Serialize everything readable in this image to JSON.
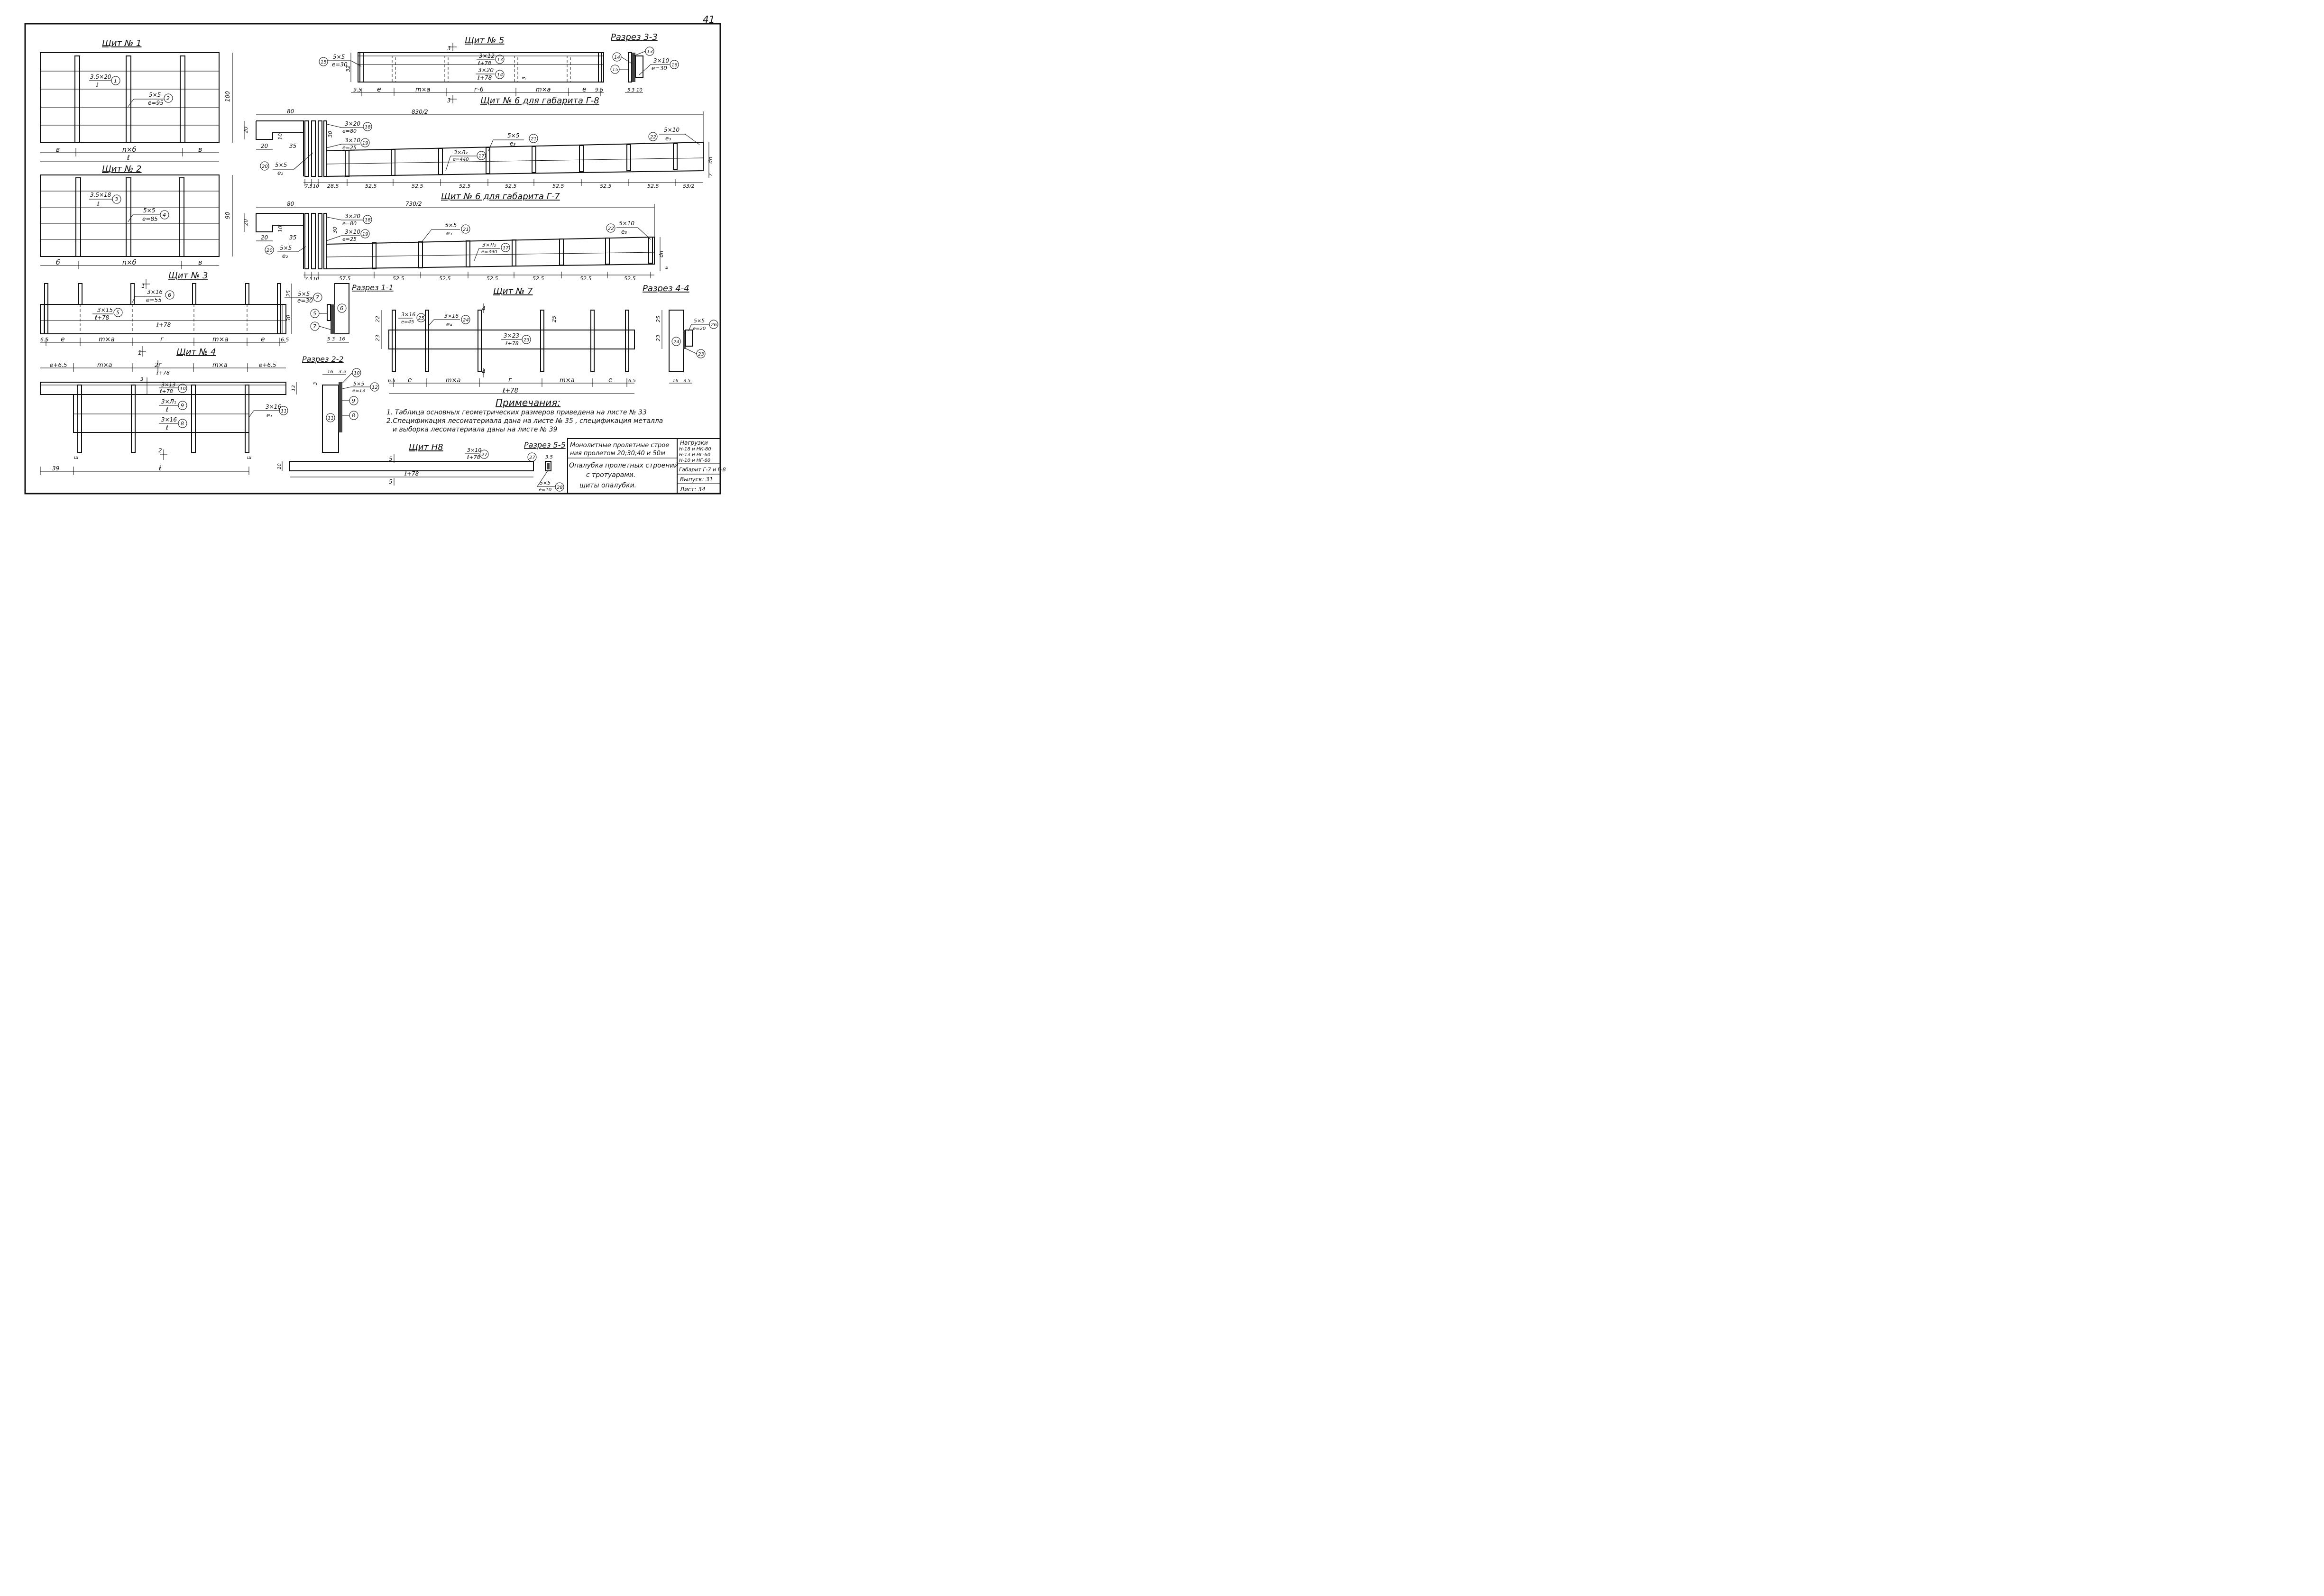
{
  "sheet": {
    "corner_number": "41",
    "notes": {
      "title": "Примечания:",
      "line1": "1. Таблица основных геометрических размеров приведена на листе № 33",
      "line2": "2.Спецификация лесоматериала дана на листе № 35 , спецификация металла",
      "line3": "и выборка лесоматериала даны на листе № 39"
    },
    "title_block": {
      "name_line1": "Монолитные пролетные строе",
      "name_line2": "ния пролетом 20;30;40 и 50м",
      "subject_line1": "Опалубка пролетных строений",
      "subject_line2": "с тротуарами.",
      "subject_line3": "щиты опалубки.",
      "loads_title": "Нагрузки",
      "load1": "Н-18 и НК-80",
      "load2": "Н-13 и НГ-60",
      "load3": "Н-10 и НГ-60",
      "gabarit": "Габарит Г-7 и Г-8",
      "issue": "Выпуск: 31",
      "sheet": "Лист: 34"
    }
  },
  "views": {
    "shield1": {
      "title": "Щит № 1",
      "p1_size": "3.5×20",
      "p1_len": "ℓ",
      "p1_num": "1",
      "p2_size": "5×5",
      "p2_len": "e=95",
      "p2_num": "2",
      "dim_b_left": "в",
      "dim_nb": "n×б",
      "dim_b_right": "в",
      "dim_L": "ℓ",
      "dim_h": "100"
    },
    "shield2": {
      "title": "Щит № 2",
      "p3_size": "3.5×18",
      "p3_len": "ℓ",
      "p3_num": "3",
      "p4_size": "5×5",
      "p4_len": "e=85",
      "p4_num": "4",
      "dim_b_left": "б",
      "dim_nb": "n×б",
      "dim_b_right": "в",
      "dim_h": "90"
    },
    "shield3": {
      "title": "Щит № 3",
      "p5_size": "3×15",
      "p5_len": "ℓ+78",
      "p5_num": "5",
      "p6_size": "3×16",
      "p6_len": "e=55",
      "p6_num": "6",
      "p7_size": "5×5",
      "p7_len": "e=30",
      "p7_num": "7",
      "inner_len": "ℓ+78",
      "d_65a": "6.5",
      "d_e1": "e",
      "d_ma1": "m×a",
      "d_g": "г",
      "d_ma2": "m×a",
      "d_e2": "e",
      "d_65b": "6.5",
      "d_25": "25",
      "d_30": "30",
      "cut_mark": "1"
    },
    "section11": {
      "title": "Разрез 1-1",
      "n6": "6",
      "n5": "5",
      "n7": "7",
      "d5": "5",
      "d3": "3",
      "d16": "16"
    },
    "shield4": {
      "title": "Щит № 4",
      "p10_size": "3×13",
      "p10_len": "ℓ+78",
      "p10_num": "10",
      "p9_size": "3×Л₁",
      "p9_len": "ℓ",
      "p9_num": "9",
      "p8_size": "3×16",
      "p8_len": "ℓ",
      "p8_num": "8",
      "p11_size": "3×16",
      "p11_len": "e₁",
      "p11_num": "11",
      "d_e65a": "e+6.5",
      "d_ma1": "m×a",
      "d_g": "г",
      "d_ma2": "m×a",
      "d_e65b": "e+6.5",
      "top_len": "ℓ+78",
      "d_39": "39",
      "d_L": "ℓ",
      "d_3": "3",
      "d_13": "13",
      "d_w1": "ш",
      "d_w2": "ш",
      "cut_mark": "2"
    },
    "section22": {
      "title": "Разрез 2-2",
      "n10": "10",
      "n12": "12",
      "n9": "9",
      "n8": "8",
      "n11": "11",
      "d16": "16",
      "d35": "3.5",
      "d3": "3",
      "p12_size": "5×5",
      "p12_len": "e=13"
    },
    "shield5": {
      "title": "Щит № 5",
      "p15_size": "5×5",
      "p15_len": "e=30",
      "p15_num": "15",
      "p13_size": "3×12",
      "p13_len": "ℓ+78",
      "p13_num": "13",
      "p14_size": "3×20",
      "p14_len": "ℓ+78",
      "p14_num": "14",
      "d_95a": "9.5",
      "d_e1": "e",
      "d_ma1": "m×a",
      "d_g6": "г-6",
      "d_ma2": "m×a",
      "d_e2": "e",
      "d_95b": "9.5",
      "d_32": "32",
      "d_3": "3",
      "cut_mark": "3"
    },
    "section33": {
      "title": "Разрез 3-3",
      "n14": "14",
      "n13": "13",
      "n15": "15",
      "n16": "16",
      "p16_size": "3×10",
      "p16_len": "e=30",
      "d5": "5",
      "d3": "3",
      "d10": "10"
    },
    "shield6a": {
      "title": "Щит № 6 для габарита Г-8",
      "total": "830/2",
      "d_80": "80",
      "d_20v": "20",
      "d_20h": "20",
      "d_10": "10",
      "d_35": "35",
      "d_30": "30",
      "p18_size": "3×20",
      "p18_len": "e=80",
      "p18_num": "18",
      "p19_size": "3×10",
      "p19_len": "e=25",
      "p19_num": "19",
      "p20_size": "5×5",
      "p20_len": "e₂",
      "p20_num": "20",
      "p21_size": "5×5",
      "p21_len": "e₃",
      "p21_num": "21",
      "p17_size": "3×Л₂",
      "p17_len": "e=440",
      "p17_num": "17",
      "p22_size": "5×10",
      "p22_len": "e₃",
      "p22_num": "22",
      "d_75": "7.5",
      "d_10b": "10",
      "d_285": "28.5",
      "d_525": "52.5",
      "d_last": "53/2",
      "d_dn": "dп",
      "d_7": "7"
    },
    "shield6b": {
      "title": "Щит № 6 для габарита Г-7",
      "total": "730/2",
      "d_80": "80",
      "d_20v": "20",
      "d_20h": "20",
      "d_10": "10",
      "d_35": "35",
      "d_30": "30",
      "p18_size": "3×20",
      "p18_len": "e=80",
      "p18_num": "18",
      "p19_size": "3×10",
      "p19_len": "e=25",
      "p19_num": "19",
      "p20_size": "5×5",
      "p20_len": "e₂",
      "p20_num": "20",
      "p21_size": "5×5",
      "p21_len": "e₃",
      "p21_num": "21",
      "p17_size": "3×Л₂",
      "p17_len": "e=390",
      "p17_num": "17",
      "p22_size": "5×10",
      "p22_len": "e₃",
      "p22_num": "22",
      "d_75": "7.5",
      "d_10b": "10",
      "d_575": "57.5",
      "d_525": "52.5",
      "d_dn": "dп",
      "d_6": "6"
    },
    "shield7": {
      "title": "Щит № 7",
      "p25_size": "3×16",
      "p25_len": "e=45",
      "p25_num": "25",
      "p24_size": "3×16",
      "p24_len": "e₄",
      "p24_num": "24",
      "p23_size": "3×23",
      "p23_len": "ℓ+78",
      "p23_num": "23",
      "d_22": "22",
      "d_23": "23",
      "d_25": "25",
      "d_65a": "6.5",
      "d_e1": "e",
      "d_ma1": "m×a",
      "d_g": "г",
      "d_ma2": "m×a",
      "d_e2": "e",
      "d_65b": "6.5",
      "d_L": "ℓ+78",
      "cut_mark": "4"
    },
    "section44": {
      "title": "Разрез 4-4",
      "n24": "24",
      "n26": "26",
      "n23": "23",
      "p26_size": "5×5",
      "p26_len": "e=20",
      "d25": "25",
      "d23": "23",
      "d16": "16",
      "d3": "3",
      "d5": "5"
    },
    "shield8": {
      "title": "Щит Н8",
      "p27_size": "3×10",
      "p27_len": "ℓ+78",
      "p27_num": "27",
      "d_L": "ℓ+78",
      "d_10": "10",
      "cut_mark": "5"
    },
    "section55": {
      "title": "Разрез 5-5",
      "n27": "27",
      "n28": "28",
      "d35": "3.5",
      "p28_size": "5×5",
      "p28_len": "e=10"
    }
  }
}
